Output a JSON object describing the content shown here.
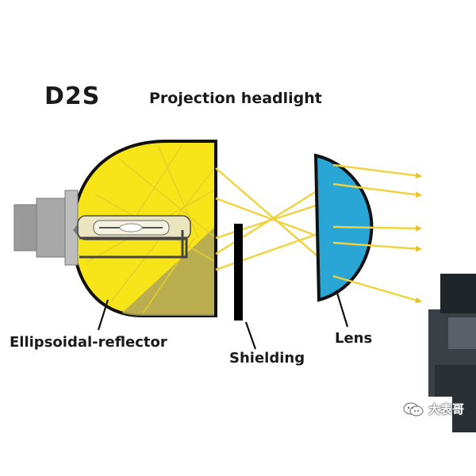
{
  "diagram": {
    "title": "D2S",
    "subtitle": "Projection headlight",
    "labels": {
      "reflector": "Ellipsoidal-reflector",
      "shielding": "Shielding",
      "lens": "Lens"
    }
  },
  "watermark": {
    "icon": "wechat-icon",
    "text": "大表哥"
  },
  "colors": {
    "reflector_fill": "#f7e51a",
    "reflector_shadow": "#b0a45a",
    "reflector_outline": "#111111",
    "lens_fill": "#2aa6d6",
    "rays": "#f0d23c",
    "bulb_base": "#a8a8a8",
    "shield": "#000000"
  }
}
